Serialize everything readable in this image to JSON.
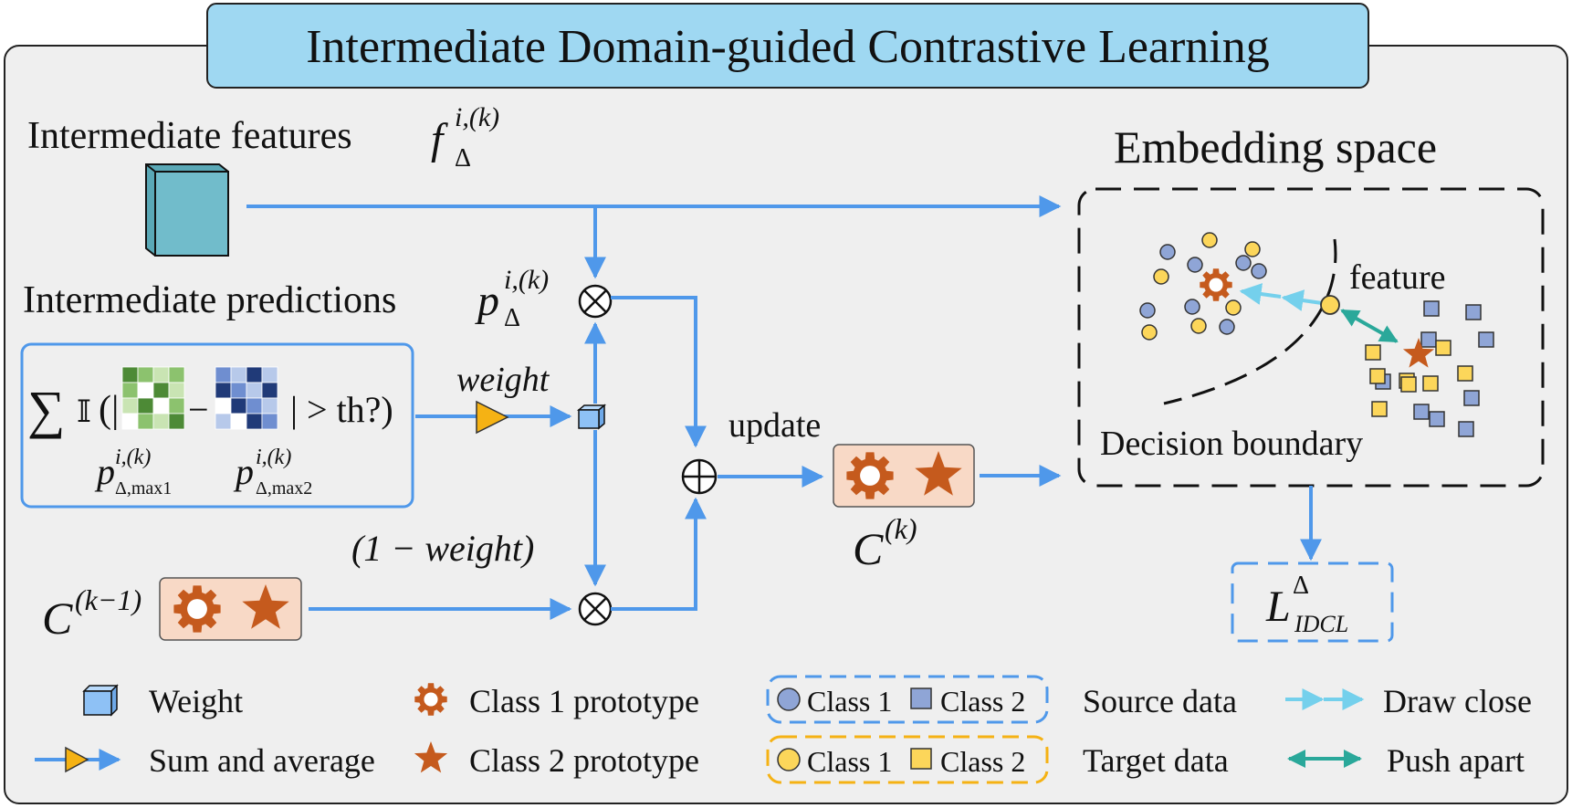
{
  "title": "Intermediate Domain-guided Contrastive Learning",
  "features": {
    "label": "Intermediate features",
    "symbol_base": "f",
    "symbol_sub": "Δ",
    "symbol_sup": "i,(k)"
  },
  "predictions": {
    "label": "Intermediate predictions",
    "symbol_base": "p",
    "symbol_sub": "Δ",
    "symbol_sup": "i,(k)"
  },
  "formula": {
    "sum": "∑",
    "indicator": "𝕀",
    "open": "(|",
    "minus": "−",
    "close": "| > th?)",
    "p1_base": "p",
    "p1_sup": "i,(k)",
    "p1_sub": "Δ,max1",
    "p2_base": "p",
    "p2_sup": "i,(k)",
    "p2_sub": "Δ,max2"
  },
  "weight_label": "weight",
  "one_minus_weight": "(1 − weight)",
  "update_label": "update",
  "prev_prototype": {
    "base": "C",
    "sup": "(k−1)"
  },
  "new_prototype": {
    "base": "C",
    "sup": "(k)"
  },
  "embedding": {
    "title": "Embedding space",
    "feature_label": "feature",
    "boundary_label": "Decision boundary"
  },
  "loss": {
    "base": "L",
    "sup": "Δ",
    "sub": "IDCL"
  },
  "legend": {
    "weight": "Weight",
    "sum_avg": "Sum and average",
    "class1_proto": "Class 1 prototype",
    "class2_proto": "Class 2 prototype",
    "class1": "Class 1",
    "class2": "Class 2",
    "source": "Source data",
    "target": "Target data",
    "draw_close": "Draw close",
    "push_apart": "Push apart"
  },
  "colors": {
    "panel_bg": "#efefef",
    "title_bg": "#9fd8f2",
    "arrow_blue": "#4f98ea",
    "light_cyan": "#74d0ec",
    "teal": "#2aa89a",
    "orange": "#c55a1d",
    "proto_box": "#f8d9c6",
    "source_fill": "#8fa5d6",
    "target_fill": "#fcd65a",
    "triangle_fill": "#f5b214",
    "cube_fill": "#8ec1f5",
    "feature_block": "#71bccb"
  }
}
